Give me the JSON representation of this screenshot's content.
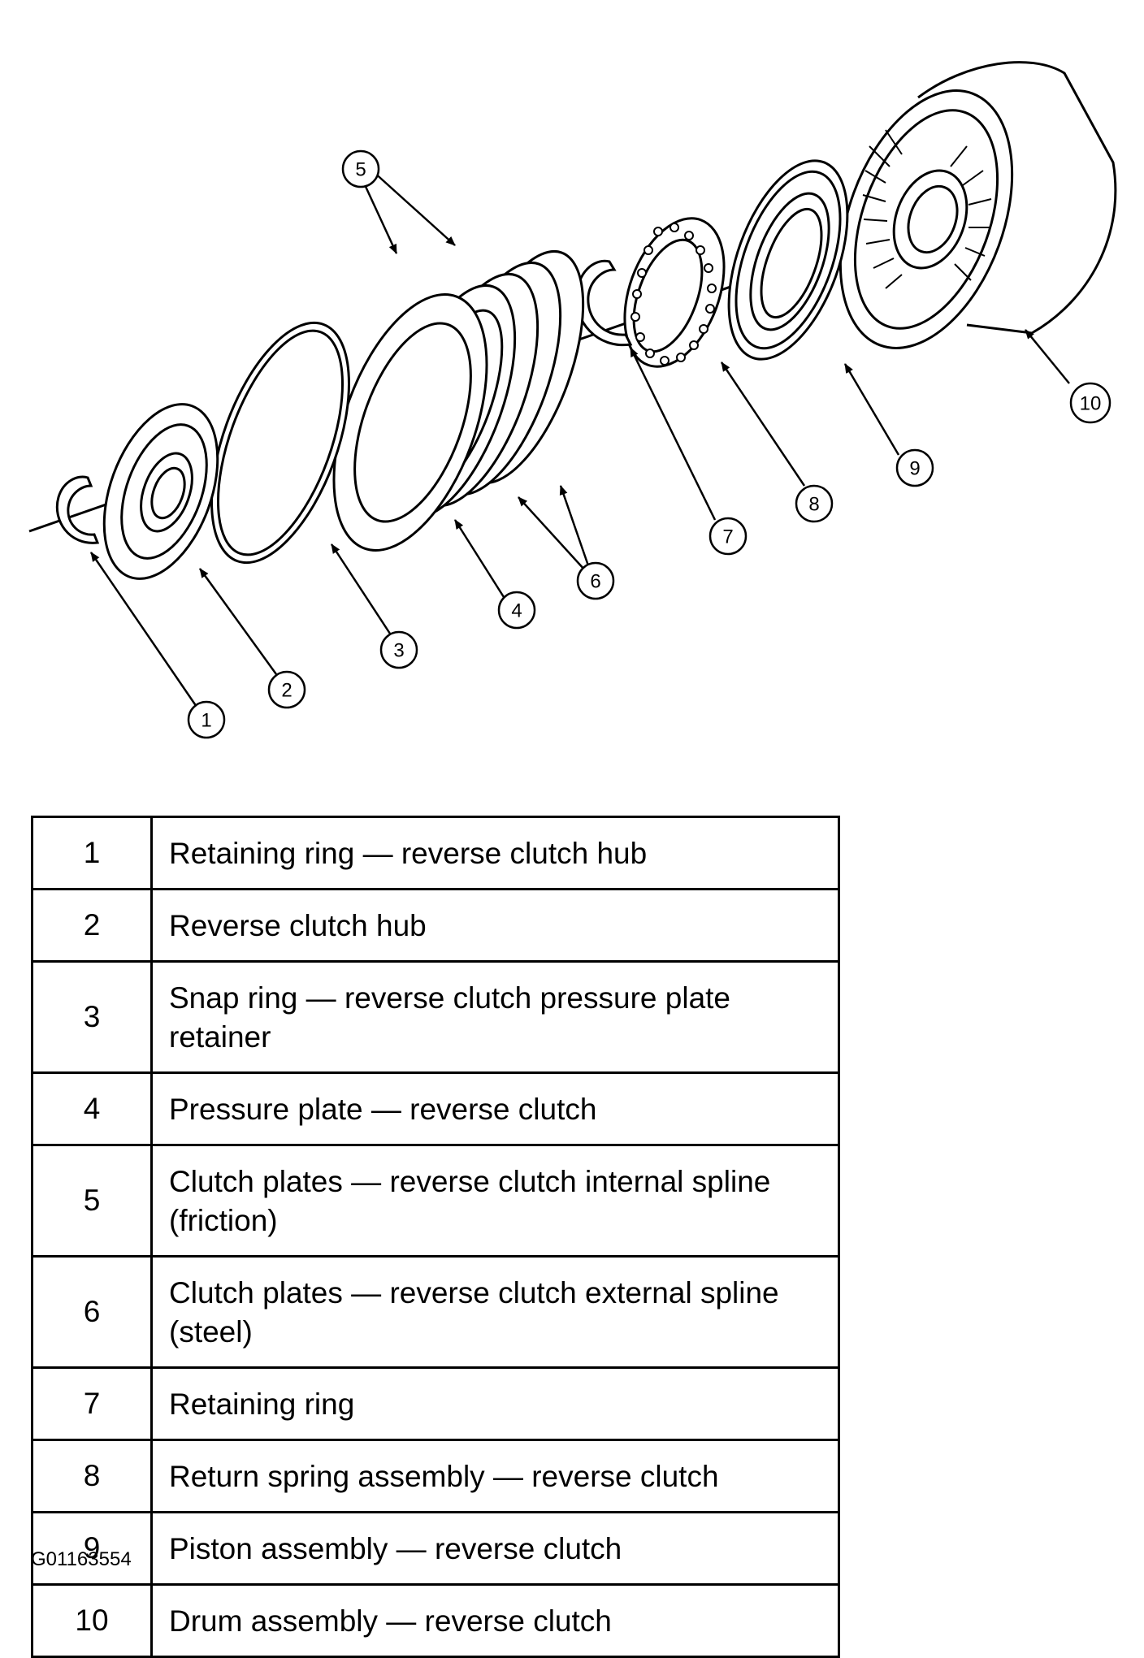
{
  "diagram": {
    "callouts": [
      "1",
      "2",
      "3",
      "4",
      "5",
      "6",
      "7",
      "8",
      "9",
      "10"
    ]
  },
  "legend": {
    "rows": [
      {
        "num": "1",
        "desc": "Retaining ring — reverse clutch hub"
      },
      {
        "num": "2",
        "desc": "Reverse clutch hub"
      },
      {
        "num": "3",
        "desc": "Snap ring — reverse clutch pressure plate retainer"
      },
      {
        "num": "4",
        "desc": "Pressure plate — reverse clutch"
      },
      {
        "num": "5",
        "desc": "Clutch plates — reverse clutch internal spline (friction)"
      },
      {
        "num": "6",
        "desc": "Clutch plates — reverse clutch external spline (steel)"
      },
      {
        "num": "7",
        "desc": "Retaining ring"
      },
      {
        "num": "8",
        "desc": "Return spring assembly — reverse clutch"
      },
      {
        "num": "9",
        "desc": "Piston assembly — reverse clutch"
      },
      {
        "num": "10",
        "desc": "Drum assembly — reverse clutch"
      }
    ]
  },
  "figure_id": "G01163554"
}
